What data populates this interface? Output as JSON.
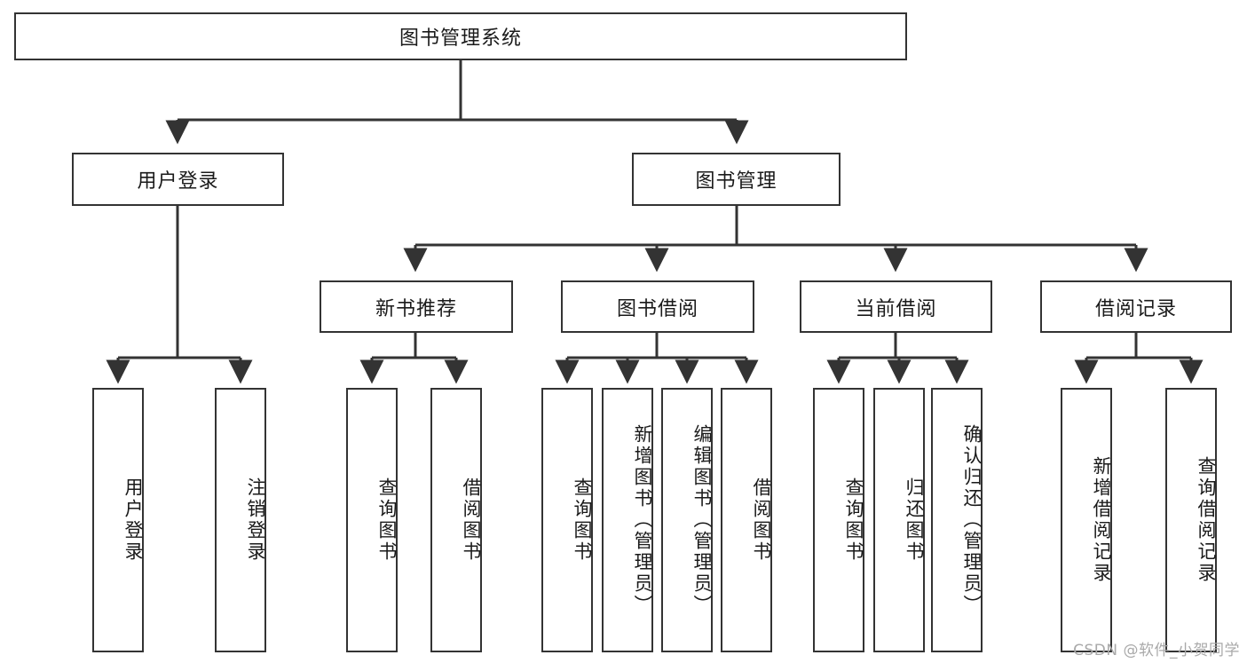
{
  "diagram": {
    "title": "图书管理系统",
    "type": "tree-hierarchy-chart",
    "watermark": "CSDN @软件_小贺同学",
    "colors": {
      "background": "#ffffff",
      "node_border": "#333333",
      "node_fill": "#ffffff",
      "edge": "#333333",
      "text": "#1a1a1a",
      "watermark": "#a9a9a9"
    },
    "root": {
      "label": "图书管理系统",
      "orientation": "horizontal"
    },
    "level2": [
      {
        "label": "用户登录",
        "orientation": "horizontal"
      },
      {
        "label": "图书管理",
        "orientation": "horizontal"
      }
    ],
    "level3": [
      {
        "label": "新书推荐",
        "orientation": "horizontal"
      },
      {
        "label": "图书借阅",
        "orientation": "horizontal"
      },
      {
        "label": "当前借阅",
        "orientation": "horizontal"
      },
      {
        "label": "借阅记录",
        "orientation": "horizontal"
      }
    ],
    "leaves": {
      "user_login": [
        {
          "label": "用户登录",
          "orientation": "vertical"
        },
        {
          "label": "注销登录",
          "orientation": "vertical"
        }
      ],
      "new_book_recommend": [
        {
          "label": "查询图书",
          "orientation": "vertical"
        },
        {
          "label": "借阅图书",
          "orientation": "vertical"
        }
      ],
      "book_borrow": [
        {
          "label": "查询图书",
          "orientation": "vertical"
        },
        {
          "label": "新增图书（管理员）",
          "orientation": "vertical"
        },
        {
          "label": "编辑图书（管理员）",
          "orientation": "vertical"
        },
        {
          "label": "借阅图书",
          "orientation": "vertical"
        }
      ],
      "current_borrow": [
        {
          "label": "查询图书",
          "orientation": "vertical"
        },
        {
          "label": "归还图书",
          "orientation": "vertical"
        },
        {
          "label": "确认归还（管理员）",
          "orientation": "vertical"
        }
      ],
      "borrow_record": [
        {
          "label": "新增借阅记录",
          "orientation": "vertical"
        },
        {
          "label": "查询借阅记录",
          "orientation": "vertical"
        }
      ]
    }
  }
}
